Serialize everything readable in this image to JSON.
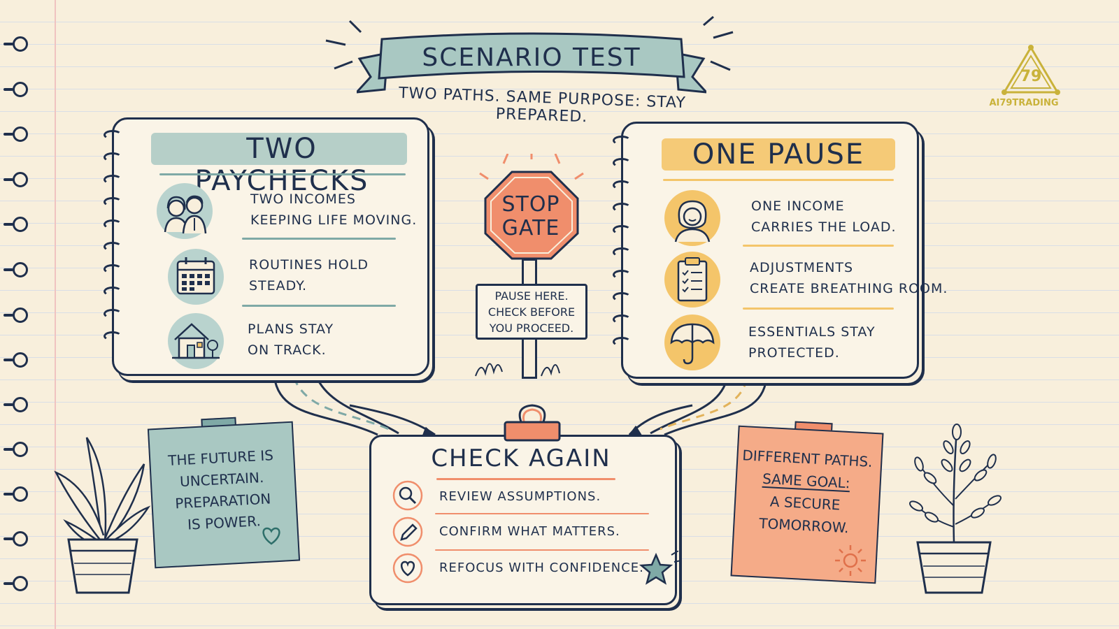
{
  "banner": {
    "title": "Scenario Test",
    "subtitle": "Two paths. Same purpose: stay prepared."
  },
  "left_panel": {
    "heading": "Two Paychecks",
    "items": [
      {
        "icon": "couple-icon",
        "line1": "Two incomes",
        "line2": "keeping life moving."
      },
      {
        "icon": "calendar-icon",
        "line1": "Routines hold",
        "line2": "steady."
      },
      {
        "icon": "house-icon",
        "line1": "Plans stay",
        "line2": "on track."
      }
    ]
  },
  "right_panel": {
    "heading": "One Pause",
    "items": [
      {
        "icon": "woman-icon",
        "line1": "One income",
        "line2": "carries the load."
      },
      {
        "icon": "clipboard-icon",
        "line1": "Adjustments",
        "line2": "create breathing room."
      },
      {
        "icon": "umbrella-icon",
        "line1": "Essentials stay",
        "line2": "protected."
      }
    ]
  },
  "stop_gate": {
    "sign_line1": "Stop",
    "sign_line2": "Gate",
    "note_line1": "Pause here.",
    "note_line2": "Check before",
    "note_line3": "you proceed."
  },
  "check_again": {
    "title": "Check Again",
    "items": [
      {
        "icon": "magnifier-icon",
        "label": "Review assumptions."
      },
      {
        "icon": "pencil-icon",
        "label": "Confirm what matters."
      },
      {
        "icon": "heart-icon",
        "label": "Refocus with confidence."
      }
    ]
  },
  "note_left": {
    "line1": "The future is",
    "line2": "uncertain.",
    "line3": "Preparation",
    "line4": "is power."
  },
  "note_right": {
    "line1": "Different paths.",
    "line2": "Same goal:",
    "line3": "A secure",
    "line4": "tomorrow."
  },
  "logo": {
    "number": "79",
    "name": "AI79TRADING"
  },
  "colors": {
    "ink": "#1f2f4c",
    "teal": "#a9c8c2",
    "amber": "#f4c56a",
    "coral": "#f08e6c",
    "paper": "#f8efdc",
    "gold": "#c9b23a"
  }
}
